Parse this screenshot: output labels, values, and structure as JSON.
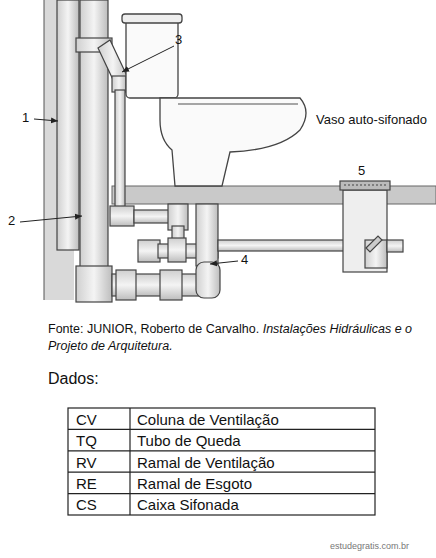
{
  "diagram": {
    "labels": [
      "1",
      "2",
      "3",
      "4",
      "5",
      "Vaso auto-sifonado",
      "Fonte: JUNIOR, Roberto de Carvalho.",
      "Instalações Hidráulicas e o Projeto de Arquitetura.",
      "Dados:",
      "CV",
      "Coluna de Ventilação",
      "TQ",
      "Tubo de Queda",
      "RV",
      "Ramal de Ventilação",
      "RE",
      "Ramal de Esgoto",
      "CS",
      "Caixa Sifonada",
      "estudegratis.com.br"
    ]
  }
}
